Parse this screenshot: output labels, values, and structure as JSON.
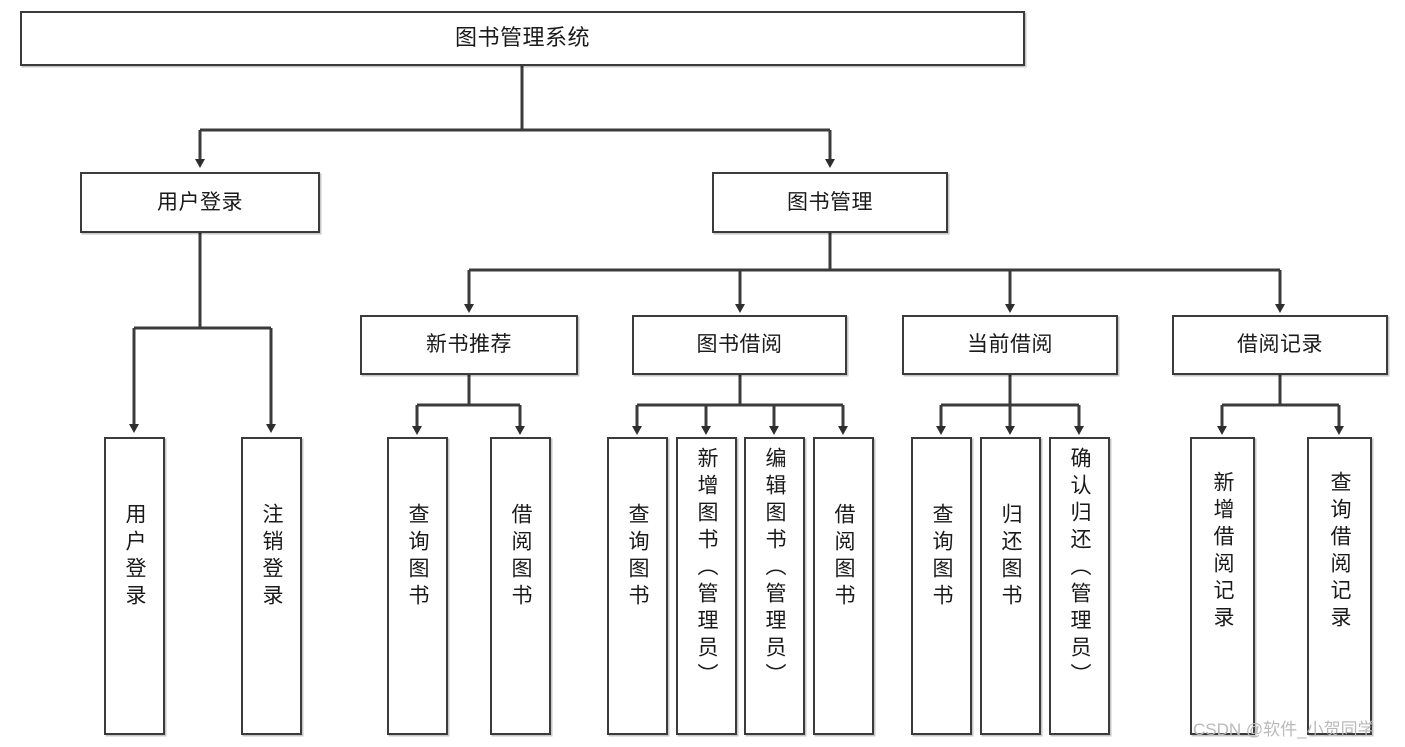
{
  "diagram": {
    "type": "tree-hierarchy",
    "root": {
      "id": "root",
      "label": "图书管理系统"
    },
    "level2": [
      {
        "id": "user-login",
        "label": "用户登录"
      },
      {
        "id": "book-manage",
        "label": "图书管理"
      }
    ],
    "level3": [
      {
        "id": "new-book-rec",
        "label": "新书推荐",
        "parent": "book-manage"
      },
      {
        "id": "book-borrow",
        "label": "图书借阅",
        "parent": "book-manage"
      },
      {
        "id": "current-borrow",
        "label": "当前借阅",
        "parent": "book-manage"
      },
      {
        "id": "borrow-record",
        "label": "借阅记录",
        "parent": "book-manage"
      }
    ],
    "leaves": [
      {
        "id": "leaf-user-login",
        "label": "用户登录",
        "parent": "user-login"
      },
      {
        "id": "leaf-logout",
        "label": "注销登录",
        "parent": "user-login"
      },
      {
        "id": "leaf-query-book-1",
        "label": "查询图书",
        "parent": "new-book-rec"
      },
      {
        "id": "leaf-borrow-book-1",
        "label": "借阅图书",
        "parent": "new-book-rec"
      },
      {
        "id": "leaf-query-book-2",
        "label": "查询图书",
        "parent": "book-borrow"
      },
      {
        "id": "leaf-add-book",
        "label": "新增图书（管理员）",
        "parent": "book-borrow"
      },
      {
        "id": "leaf-edit-book",
        "label": "编辑图书（管理员）",
        "parent": "book-borrow"
      },
      {
        "id": "leaf-borrow-book-2",
        "label": "借阅图书",
        "parent": "book-borrow"
      },
      {
        "id": "leaf-query-book-3",
        "label": "查询图书",
        "parent": "current-borrow"
      },
      {
        "id": "leaf-return-book",
        "label": "归还图书",
        "parent": "current-borrow"
      },
      {
        "id": "leaf-confirm-return",
        "label": "确认归还（管理员）",
        "parent": "current-borrow"
      },
      {
        "id": "leaf-add-record",
        "label": "新增借阅记录",
        "parent": "borrow-record"
      },
      {
        "id": "leaf-query-record",
        "label": "查询借阅记录",
        "parent": "borrow-record"
      }
    ]
  },
  "watermark": {
    "text": "CSDN @软件_小贺同学"
  },
  "colors": {
    "box_border": "#3b3b3b",
    "box_fill": "#ffffff",
    "text": "#1a1a1a",
    "connector": "#3b3b3b",
    "watermark": "#b9b9b9"
  }
}
